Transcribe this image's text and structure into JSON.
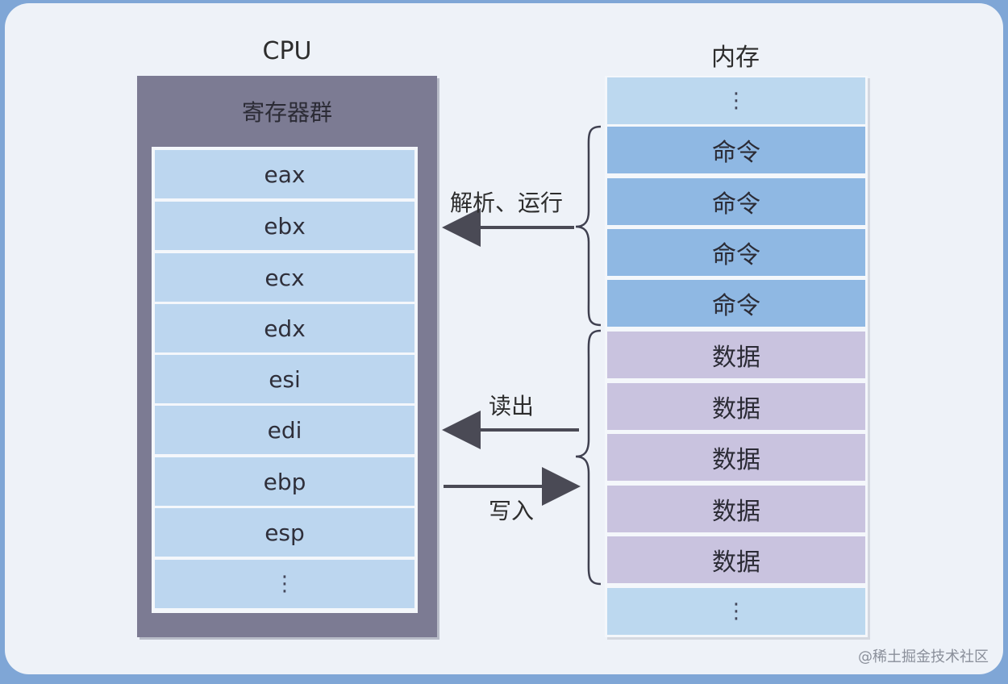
{
  "cpu": {
    "title": "CPU",
    "register_group_title": "寄存器群",
    "registers": [
      "eax",
      "ebx",
      "ecx",
      "edx",
      "esi",
      "edi",
      "ebp",
      "esp",
      "⋮"
    ]
  },
  "memory": {
    "title": "内存",
    "rows": [
      {
        "kind": "dots",
        "label": "⋮"
      },
      {
        "kind": "cmd",
        "label": "命令"
      },
      {
        "kind": "cmd",
        "label": "命令"
      },
      {
        "kind": "cmd",
        "label": "命令"
      },
      {
        "kind": "cmd",
        "label": "命令"
      },
      {
        "kind": "data",
        "label": "数据"
      },
      {
        "kind": "data",
        "label": "数据"
      },
      {
        "kind": "data",
        "label": "数据"
      },
      {
        "kind": "data",
        "label": "数据"
      },
      {
        "kind": "data",
        "label": "数据"
      },
      {
        "kind": "dots",
        "label": "⋮"
      }
    ]
  },
  "arrows": {
    "parse_run": "解析、运行",
    "read": "读出",
    "write": "写入"
  },
  "watermark": "@稀土掘金技术社区",
  "colors": {
    "cpu_box": "#7c7b93",
    "register": "#bcd6ef",
    "mem_cmd": "#8fb8e3",
    "mem_data": "#c9c3df",
    "mem_dots": "#bcd8ef",
    "arrow": "#4a4a55"
  }
}
